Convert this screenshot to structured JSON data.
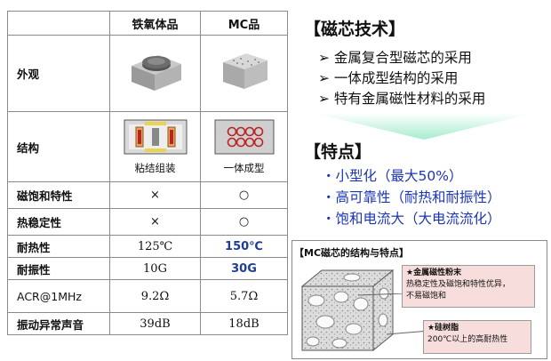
{
  "table": {
    "headers": [
      "",
      "铁氧体品",
      "MC品"
    ],
    "rows": [
      {
        "label": "外观",
        "ferrite": "",
        "mc": ""
      },
      {
        "label": "结构",
        "ferrite": "粘结组装",
        "mc": "一体成型"
      },
      {
        "label": "磁饱和特性",
        "ferrite": "×",
        "mc": "○"
      },
      {
        "label": "热稳定性",
        "ferrite": "×",
        "mc": "○"
      },
      {
        "label": "耐热性",
        "ferrite": "125℃",
        "mc": "150℃"
      },
      {
        "label": "耐振性",
        "ferrite": "10G",
        "mc": "30G"
      },
      {
        "label": "ACR@1MHz",
        "ferrite": "9.2Ω",
        "mc": "5.7Ω"
      },
      {
        "label": "振动异常声音",
        "ferrite": "39dB",
        "mc": "18dB"
      }
    ]
  },
  "tech": {
    "heading": "【磁芯技术】",
    "bullets": [
      "金属复合型磁芯的采用",
      "一体成型结构的采用",
      "特有金属磁性材料的采用"
    ]
  },
  "features": {
    "heading": "【特点】",
    "items": [
      "・小型化（最大50%）",
      "・高可靠性（耐热和耐振性）",
      "・饱和电流大（大电流流化）"
    ]
  },
  "diagram": {
    "title": "【MC磁芯的结构与特点】",
    "callout1_title": "★金属磁性粉末",
    "callout1_body1": "热稳定性及磁饱和特性优异，",
    "callout1_body2": "不易磁饱和",
    "callout2_title": "★硅树脂",
    "callout2_body": "200℃以上的高耐热性"
  },
  "colors": {
    "accent_blue": "#1c35b7",
    "highlight_blue": "#1f3c9a",
    "callout_pink": "#f7dedd",
    "arrow_green": "#a6ecce"
  }
}
